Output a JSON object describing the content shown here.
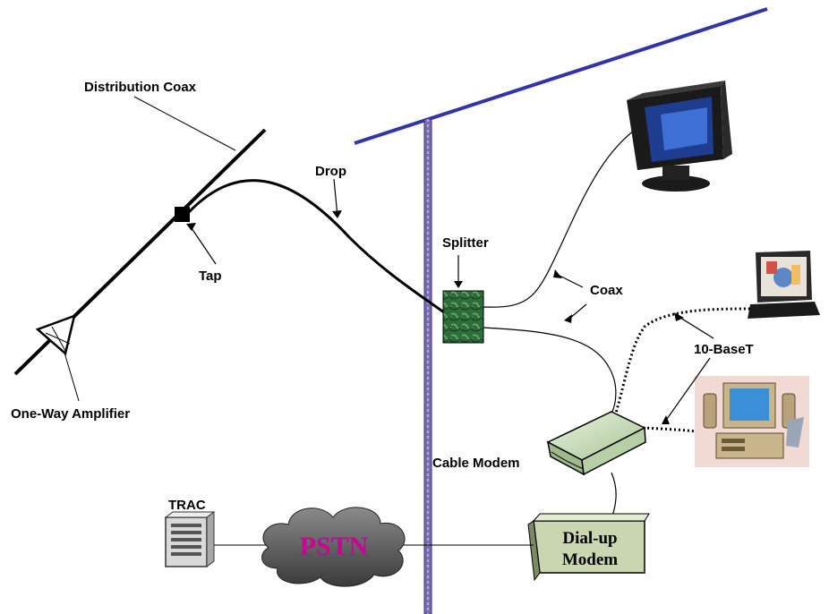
{
  "labels": {
    "distribution_coax": "Distribution Coax",
    "drop": "Drop",
    "tap": "Tap",
    "splitter": "Splitter",
    "coax": "Coax",
    "ten_base_t": "10-BaseT",
    "one_way_amplifier": "One-Way Amplifier",
    "cable_modem": "Cable Modem",
    "trac": "TRAC",
    "pstn": "PSTN",
    "dialup_line1": "Dial-up",
    "dialup_line2": "Modem"
  },
  "colors": {
    "house_line": "#3333aa",
    "wall": "#7a6ab0",
    "pstn_text": "#cc0099",
    "splitter": "#2e6e3a",
    "cable_modem": "#c8ddb0",
    "dialup_modem": "#c9d6b0"
  }
}
